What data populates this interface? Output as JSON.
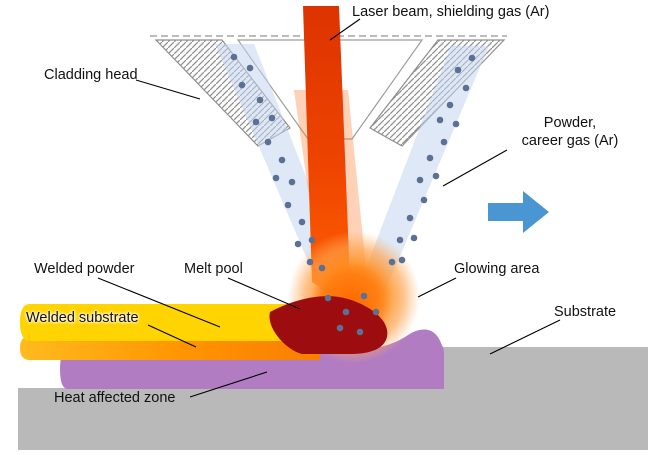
{
  "labels": {
    "laser": "Laser beam, shielding gas (Ar)",
    "cladding_head": "Cladding head",
    "powder_line1": "Powder,",
    "powder_line2": "career gas (Ar)",
    "welded_powder": "Welded powder",
    "melt_pool": "Melt pool",
    "glowing_area": "Glowing area",
    "substrate": "Substrate",
    "welded_substrate": "Welded substrate",
    "heat_affected_zone": "Heat affected zone"
  },
  "colors": {
    "laser_beam_top": "#dd3300",
    "laser_beam_bottom": "#ff5f00",
    "beam_halo": "#ff7b2e",
    "powder_stream": "#c3d5ef",
    "powder_dot": "#5a7094",
    "glow_core": "#ff7300",
    "glow_mid": "#ff9d3c",
    "welded_powder": "#ffd400",
    "welded_substrate_left": "#ffbb1e",
    "welded_substrate_right": "#f97e00",
    "melt_pool": "#9d0d10",
    "heat_affected_zone": "#b27cc3",
    "substrate": "#b9b9b9",
    "arrow": "#4a96d2",
    "leader_line": "#000000",
    "hatch_line": "#8f8f8f",
    "dashed_line": "#a6a6a6"
  }
}
